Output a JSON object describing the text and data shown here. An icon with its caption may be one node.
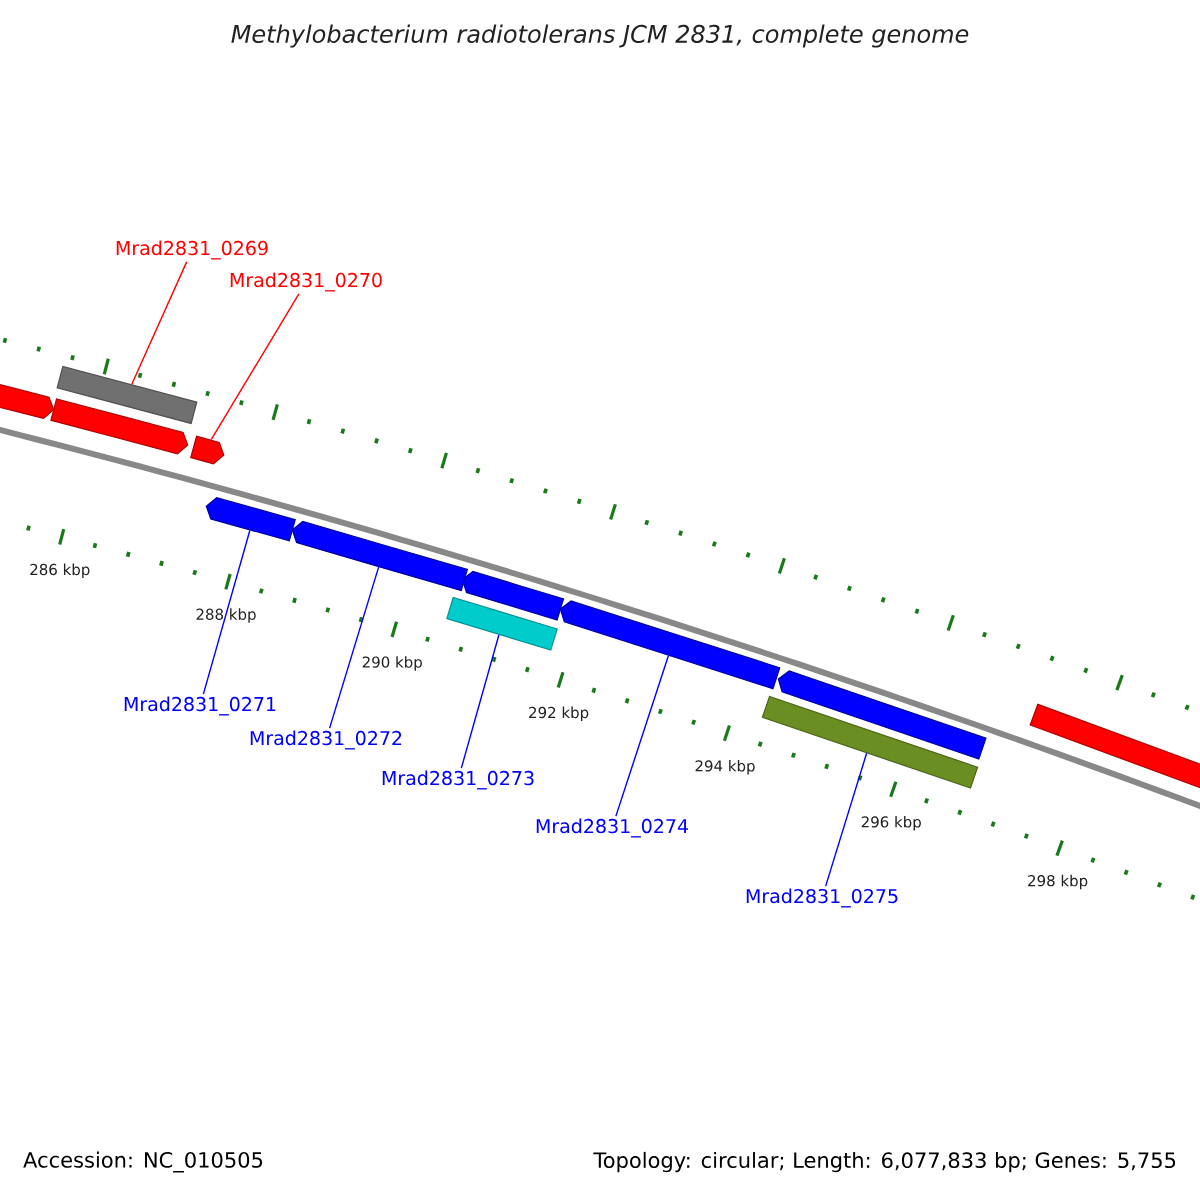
{
  "diagram": {
    "title": "Methylobacterium radiotolerans JCM 2831, complete genome",
    "nodes": [
      {
        "text": [
          "Mrad2831_0269"
        ]
      },
      {
        "text": [
          "Mrad2831_0270"
        ]
      },
      {
        "text": [
          "Mrad2831_0271"
        ]
      },
      {
        "text": [
          "Mrad2831_0272"
        ]
      },
      {
        "text": [
          "Mrad2831_0273"
        ]
      },
      {
        "text": [
          "Mrad2831_0274"
        ]
      },
      {
        "text": [
          "Mrad2831_0275"
        ]
      },
      {
        "text": [],
        "shape": "bar"
      },
      {
        "text": [],
        "shape": "pentagon"
      },
      {
        "text": [],
        "shape": "pentagon"
      },
      {
        "text": [],
        "shape": "pentagon"
      },
      {
        "text": [],
        "shape": "bar"
      },
      {
        "text": [],
        "shape": "pentagon"
      },
      {
        "text": [],
        "shape": "bar"
      }
    ],
    "edges": [
      {
        "from": 0,
        "to": 7,
        "arrow": "none",
        "color": "#ff0000"
      },
      {
        "from": 1,
        "to": 8,
        "arrow": "none",
        "color": "#ff0000"
      },
      {
        "from": 2,
        "to": 9,
        "arrow": "none"
      },
      {
        "from": 3,
        "to": 10,
        "arrow": "none"
      },
      {
        "from": 4,
        "to": 11,
        "arrow": "none"
      },
      {
        "from": 5,
        "to": 12,
        "arrow": "none"
      },
      {
        "from": 6,
        "to": 13,
        "arrow": "none"
      }
    ],
    "labels": [
      "286 kbp",
      "288 kbp",
      "290 kbp",
      "292 kbp",
      "294 kbp",
      "296 kbp",
      "298 kbp",
      "Accession: NC_010505",
      "Topology: circular; Length: 6,077,833 bp; Genes: 5,755"
    ]
  }
}
